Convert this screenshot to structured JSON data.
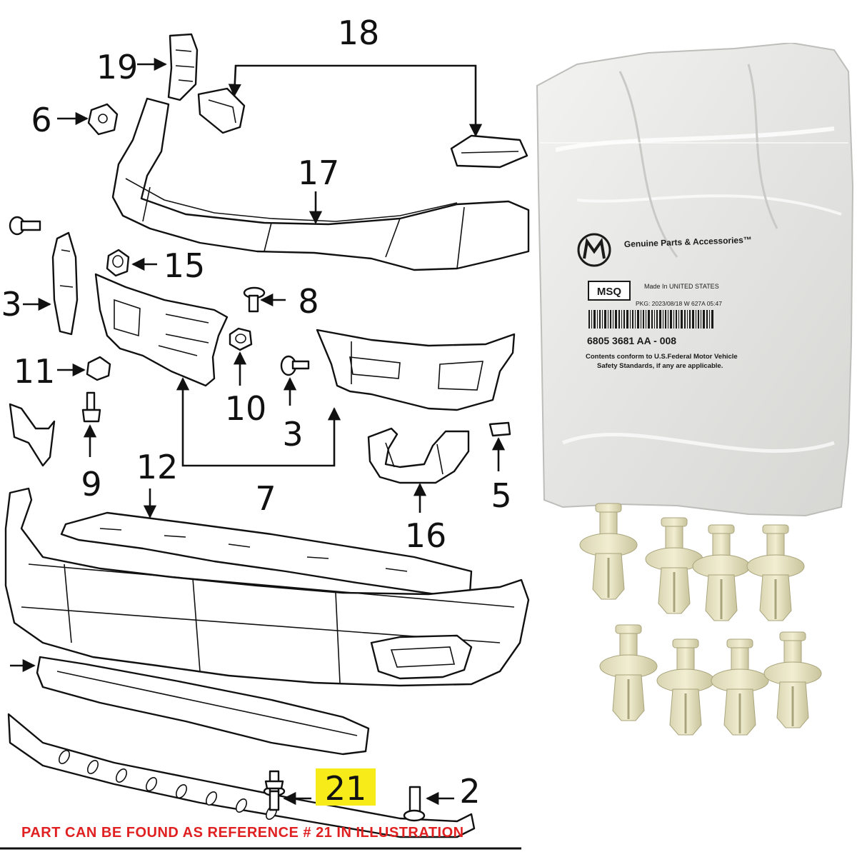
{
  "callouts": {
    "c18": "18",
    "c19": "19",
    "c6": "6",
    "c17": "17",
    "c15": "15",
    "c3a": "3",
    "c8": "8",
    "c11": "11",
    "c10": "10",
    "c3b": "3",
    "c12": "12",
    "c9": "9",
    "c7": "7",
    "c5": "5",
    "c16": "16",
    "c21": "21",
    "c2": "2"
  },
  "footer_note": "PART CAN BE FOUND AS REFERENCE # 21 IN ILLUSTRATION",
  "highlight_color": "#f7ec1a",
  "bag": {
    "brand_line": "Genuine Parts & Accessories™",
    "badge": "MSQ",
    "made_in": "Made In UNITED STATES",
    "pkg_line": "PKG: 2023/08/18 W 627A 05:47",
    "part_number": "6805 3681 AA - 008",
    "conform_line1": "Contents conform to U.S.Federal Motor Vehicle",
    "conform_line2": "Safety Standards, if any are applicable."
  },
  "clip_count": 8
}
